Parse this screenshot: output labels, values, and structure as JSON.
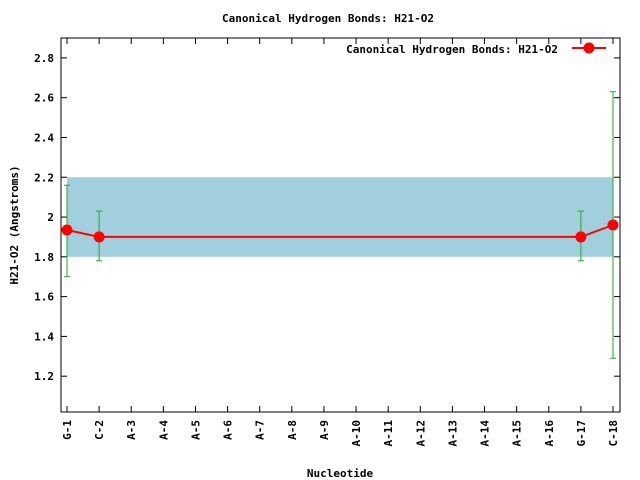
{
  "chart_data": {
    "type": "line",
    "title": "Canonical Hydrogen Bonds: H21-O2",
    "xlabel": "Nucleotide",
    "ylabel": "H21-O2 (Angstroms)",
    "categories": [
      "G-1",
      "C-2",
      "A-3",
      "A-4",
      "A-5",
      "A-6",
      "A-7",
      "A-8",
      "A-9",
      "A-10",
      "A-11",
      "A-12",
      "A-13",
      "A-14",
      "A-15",
      "A-16",
      "G-17",
      "C-18"
    ],
    "ylim": [
      1.02,
      2.9
    ],
    "yticks": [
      "1.2",
      "1.4",
      "1.6",
      "1.8",
      "2",
      "2.2",
      "2.4",
      "2.6",
      "2.8"
    ],
    "grid": false,
    "legend": {
      "position": "top-right",
      "label": "Canonical Hydrogen Bonds: H21-O2"
    },
    "reference_band": {
      "low": 1.8,
      "high": 2.2,
      "color": "#a2cfdd"
    },
    "series": [
      {
        "name": "Canonical Hydrogen Bonds: H21-O2",
        "color": "#ff0000",
        "errorbar_color": "#22aa22",
        "points": [
          {
            "x": "G-1",
            "y": 1.935,
            "low": 1.7,
            "high": 2.16
          },
          {
            "x": "C-2",
            "y": 1.9,
            "low": 1.78,
            "high": 2.03
          },
          {
            "x": "G-17",
            "y": 1.9,
            "low": 1.78,
            "high": 2.03
          },
          {
            "x": "C-18",
            "y": 1.96,
            "low": 1.29,
            "high": 2.63
          }
        ]
      }
    ]
  }
}
